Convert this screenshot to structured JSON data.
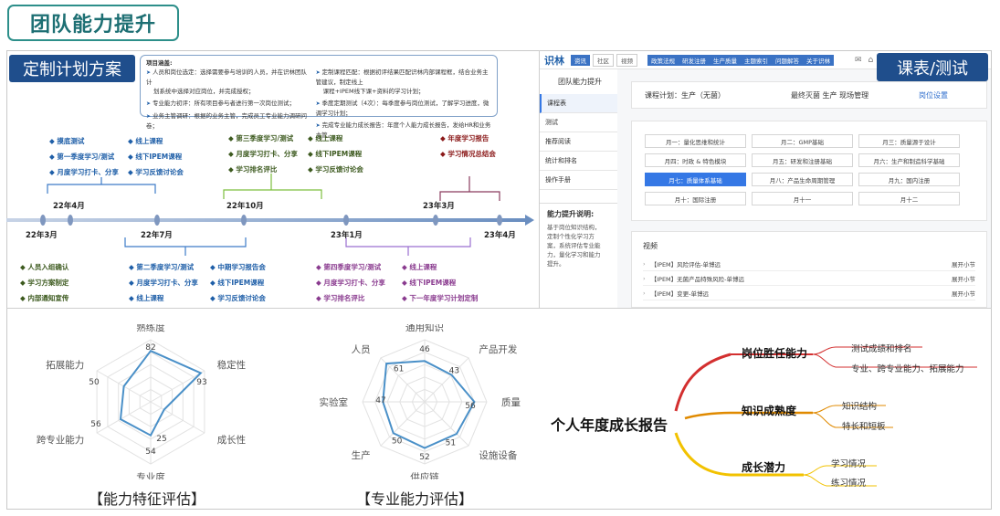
{
  "title": "团队能力提升",
  "left_label": "定制计划方案",
  "right_label": "课表/测试",
  "project_box": {
    "heading": "项目涵盖:",
    "left_items": [
      "人员和岗位选定：选择需要参与培训的人员，并在识林团队计",
      "划系统中选择对应岗位，并完成授权；",
      "专业能力初评：所有项目参与者进行第一次岗位测试；",
      "业务主管调研：根据的业务主管，完成员工专业能力调研问卷；"
    ],
    "right_items": [
      "定制课程匹配：根据初评结果匹配识林内部课程框，结合业务主管建议，制定线上",
      "课程+IPEM线下课+资料的学习计划；",
      "季度定期测试（4次）：每季度参与岗位测试，了解学习进度，微调学习计划；",
      "完成专业能力成长报告：年度个人能力成长报告，发给HR和业务主管。"
    ]
  },
  "timeline": {
    "dates_top": [
      "22年4月",
      "22年10月",
      "23年3月"
    ],
    "dates_bottom": [
      "22年3月",
      "22年7月",
      "23年1月",
      "23年4月"
    ],
    "top_blue_a": [
      "摸底测试",
      "第一季度学习/测试",
      "月度学习打卡、分享"
    ],
    "top_blue_b": [
      "线上课程",
      "线下IPEM课程",
      "学习反馈讨论会"
    ],
    "top_green_a": [
      "第三季度学习/测试",
      "月度学习打卡、分享",
      "学习排名评比"
    ],
    "top_green_b": [
      "线上课程",
      "线下IPEM课程",
      "学习反馈讨论会"
    ],
    "top_red": [
      "年度学习报告",
      "学习情况总结会"
    ],
    "bottom_green": [
      "人员入组确认",
      "学习方案制定",
      "内部通知宣传"
    ],
    "bottom_blue_a": [
      "第二季度学习/测试",
      "月度学习打卡、分享",
      "线上课程"
    ],
    "bottom_blue_b": [
      "中期学习报告会",
      "线下IPEM课程",
      "学习反馈讨论会"
    ],
    "bottom_purple_a": [
      "第四季度学习/测试",
      "月度学习打卡、分享",
      "学习排名评比"
    ],
    "bottom_purple_b": [
      "线上课程",
      "线下IPEM课程",
      "下一年度学习计划定制"
    ]
  },
  "lms": {
    "logo": "识林",
    "nav_tabs": [
      "资讯",
      "社区",
      "视频"
    ],
    "nav_links": [
      "政策法规",
      "研发注册",
      "生产质量",
      "主题索引",
      "问题解答",
      "关于识林"
    ],
    "sidebar_title": "团队能力提升",
    "sidebar_items": [
      "课程表",
      "测试",
      "推荐阅读",
      "统计和排名",
      "操作手册"
    ],
    "note_title": "能力提升说明:",
    "note_text": [
      "基于岗位知识结构，",
      "定制个性化学习方",
      "案，系统评估专业能",
      "力，量化学习和能力",
      "提升。"
    ],
    "plan_label": "课程计划：生产（无菌）",
    "plan_role": "最终灭菌 生产 现场管理",
    "plan_link": "岗位设置",
    "months": [
      [
        "月一：量化思维和统计",
        "月二：GMP基础",
        "月三：质量源于设计"
      ],
      [
        "月四：时政 & 特色模块",
        "月五：研发和注册基础",
        "月六：生产和制造科学基础"
      ],
      [
        "月七：质量体系基础",
        "月八：产品生命周期管理",
        "月九：国内注册"
      ],
      [
        "月十：国际注册",
        "月十一",
        "月十二"
      ]
    ],
    "video_title": "视频",
    "videos": [
      "【IPEM】风险评估-单博远",
      "【IPEM】无菌产品特殊风险-单博远",
      "【IPEM】变更-单博远"
    ],
    "expand": "展开小节"
  },
  "radar1": {
    "labels": [
      "熟练度",
      "稳定性",
      "成长性",
      "专业度",
      "跨专业能力",
      "拓展能力"
    ],
    "values": [
      82,
      93,
      25,
      54,
      56,
      50
    ],
    "caption": "【能力特征评估】"
  },
  "radar2": {
    "labels": [
      "通用知识",
      "产品开发",
      "质量",
      "设施设备",
      "供应链",
      "生产",
      "实验室",
      "人员"
    ],
    "values": [
      46,
      43,
      56,
      51,
      52,
      50,
      47,
      61
    ],
    "caption": "【专业能力评估】"
  },
  "mindmap": {
    "center": "个人年度成长报告",
    "branches": [
      {
        "name": "岗位胜任能力",
        "color": "#d32f2f",
        "leaves": [
          "测试成绩和排名",
          "专业、跨专业能力、拓展能力"
        ]
      },
      {
        "name": "知识成熟度",
        "color": "#e08a00",
        "leaves": [
          "知识结构",
          "特长和短板"
        ]
      },
      {
        "name": "成长潜力",
        "color": "#f2c200",
        "leaves": [
          "学习情况",
          "练习情况"
        ]
      }
    ]
  },
  "colors": {
    "accent": "#1f4e8c",
    "teal": "#2d8f8a",
    "radar_line": "#4a90c8"
  }
}
